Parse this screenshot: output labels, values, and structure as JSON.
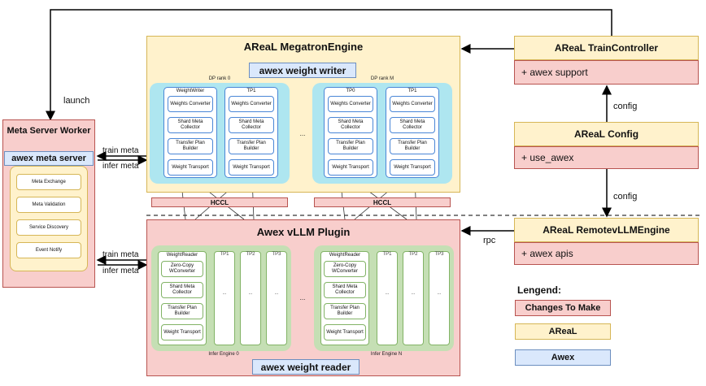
{
  "megatron": {
    "title": "AReaL MegatronEngine",
    "writer": "awex weight writer",
    "dp0": "DP rank 0",
    "dpM": "DP rank M",
    "ellipsis": "...",
    "writer_cols": [
      {
        "title": "WeightWriter",
        "items": [
          "Weights Converter",
          "Shard Meta Collector",
          "Transfer Plan Builder",
          "Weight Transport"
        ]
      },
      {
        "title": "TP1",
        "items": [
          "Weights Converter",
          "Shard Meta Collector",
          "Transfer Plan Builder",
          "Weight Transport"
        ]
      },
      {
        "title": "TP0",
        "items": [
          "Weights Converter",
          "Shard Meta Collector",
          "Transfer Plan Builder",
          "Weight Transport"
        ]
      },
      {
        "title": "TP1",
        "items": [
          "Weights Converter",
          "Shard Meta Collector",
          "Transfer Plan Builder",
          "Weight Transport"
        ]
      }
    ]
  },
  "hccl": "HCCL",
  "vllm": {
    "title": "Awex vLLM Plugin",
    "reader": "awex weight reader",
    "engine0": "Infer Engine 0",
    "engineN": "Infer Engine N",
    "ellipsis": "...",
    "reader_title": "WeightReader",
    "reader_items": [
      "Zero-Copy WConverter",
      "Shard Meta Collector",
      "Transfer Plan Builder",
      "Weight Transport"
    ],
    "tp_labels": [
      "TP1",
      "TP2",
      "TP3"
    ],
    "tp_dots": "..."
  },
  "meta": {
    "title": "Meta Server Worker",
    "server": "awex meta server",
    "items": [
      "Meta Exchange",
      "Meta Validation",
      "Service Discovery",
      "Event Notify"
    ]
  },
  "train_controller": {
    "title": "AReaL TrainController",
    "sub": "+ awex support"
  },
  "config": {
    "title": "AReaL Config",
    "sub": "+ use_awex"
  },
  "remote": {
    "title": "AReaL RemotevLLMEngine",
    "sub": "+ awex apis"
  },
  "labels": {
    "launch": "launch",
    "train_meta": "train meta",
    "infer_meta": "infer meta",
    "config": "config",
    "rpc": "rpc"
  },
  "legend": {
    "title": "Lengend:",
    "changes": "Changes To Make",
    "areal": "AReaL",
    "awex": "Awex"
  },
  "colors": {
    "areal": "#fff2cc",
    "change": "#f8cecc",
    "awex": "#dae8fc",
    "cyan": "#aee6f0",
    "green": "#c5dfb4"
  }
}
